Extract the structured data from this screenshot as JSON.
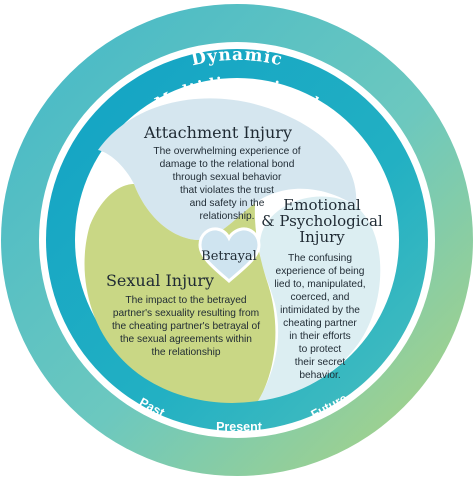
{
  "rings": {
    "outer_label": "Dynamic",
    "inner_label": "Multidimensional"
  },
  "center": {
    "label": "Betrayal"
  },
  "sections": {
    "attachment": {
      "title": "Attachment Injury",
      "lines": [
        "The overwhelming experience of",
        "damage to the relational bond",
        "through sexual behavior",
        "that violates the trust",
        "and safety in the",
        "relationship."
      ]
    },
    "emotional": {
      "title_lines": [
        "Emotional",
        "& Psychological",
        "Injury"
      ],
      "lines": [
        "The confusing",
        "experience of being",
        "lied to, manipulated,",
        "coerced, and",
        "intimidated by the",
        "cheating partner",
        "in their efforts",
        "to protect",
        "their secret",
        "behavior."
      ]
    },
    "sexual": {
      "title": "Sexual Injury",
      "lines": [
        "The impact to the betrayed",
        "partner's sexuality resulting from",
        "the cheating partner's betrayal of",
        "the sexual agreements within",
        "the relationship"
      ]
    }
  },
  "timeline": {
    "past": "Past",
    "present": "Present",
    "future": "Future"
  },
  "colors": {
    "outer_ring": "#5bc2c6",
    "inner_ring": "#1fa8c4",
    "attachment_fill": "#d5e6ef",
    "emotional_fill": "#dceef2",
    "sexual_fill": "#c9d785",
    "betrayal_fill": "#cfe4f0"
  }
}
